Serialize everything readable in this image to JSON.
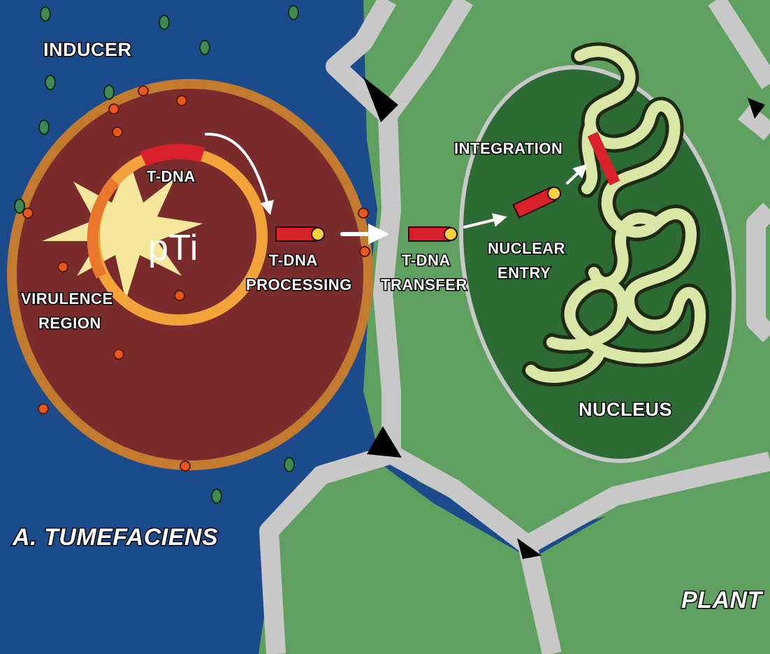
{
  "labels": {
    "inducer": "INDUCER",
    "t_dna": "T-DNA",
    "pti": "pTi",
    "virulence_line1": "VIRULENCE",
    "virulence_line2": "REGION",
    "processing_line1": "T-DNA",
    "processing_line2": "PROCESSING",
    "transfer_line1": "T-DNA",
    "transfer_line2": "TRANSFER",
    "integration": "INTEGRATION",
    "nuclear_entry_line1": "NUCLEAR",
    "nuclear_entry_line2": "ENTRY",
    "nucleus": "NUCLEUS",
    "bacterium": "A. TUMEFACIENS",
    "plant": "PLANT"
  },
  "colors": {
    "medium_blue": "#1c4b8c",
    "bacterium_body": "#7a2c2c",
    "bacterium_wall": "#c27a2e",
    "plasmid_ring": "#f2a33a",
    "virulence_segment": "#e8762b",
    "t_dna_red": "#d8202a",
    "t_dna_tip": "#f2d33a",
    "inducer_green": "#3f8a50",
    "surface_dot_orange": "#e8581e",
    "plant_cell": "#5fa061",
    "cell_wall": "#c8c8c8",
    "nucleus": "#2d6b35",
    "chromatin": "#d8e7a6",
    "burst": "#f5e89c"
  },
  "icons": {
    "virulence_burst": "starburst-icon",
    "arrows": "arrow-icon"
  }
}
